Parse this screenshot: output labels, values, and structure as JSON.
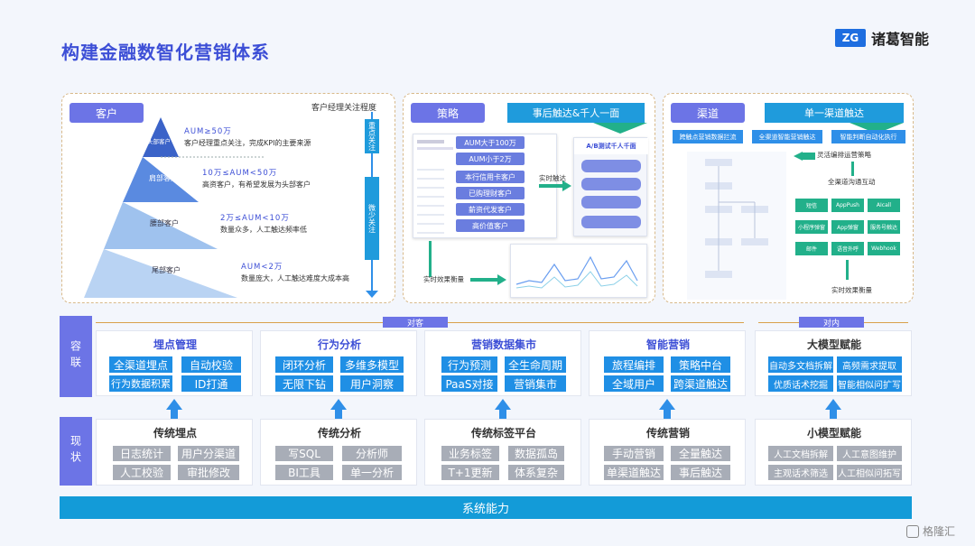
{
  "title": "构建金融数智化营销体系",
  "logo": {
    "mark": "ZG",
    "text": "诸葛智能"
  },
  "customer": {
    "tag": "客户",
    "axis_title": "客户经理关注程度",
    "focus_label": "重点关注",
    "light_label": "微少关注",
    "tiers": [
      {
        "label": "头部客户",
        "aum": "AUM≥50万",
        "desc": "客户经理重点关注，完成KPI的主要来源"
      },
      {
        "label": "肩部客户",
        "aum": "10万≤AUM<50万",
        "desc": "高资客户，有希望发展为头部客户"
      },
      {
        "label": "腰部客户",
        "aum": "2万≤AUM<10万",
        "desc": "数量众多，人工触达频率低"
      },
      {
        "label": "尾部客户",
        "aum": "AUM<2万",
        "desc": "数量庞大，人工触达难度大成本高"
      }
    ]
  },
  "strategy": {
    "tag": "策略",
    "banner": "事后触达&千人一面",
    "chips": [
      "AUM大于100万",
      "AUM小于2万",
      "本行信用卡客户",
      "已购理财客户",
      "薪资代发客户",
      "高价值客户"
    ],
    "realtime_reach": "实时触达",
    "ab_title": "A/B测试千人千面",
    "realtime_measure": "实时效果衡量"
  },
  "channel": {
    "tag": "渠道",
    "banner": "单一渠道触达",
    "subtags": [
      "跨触点营销数据拦流",
      "全渠道智能营销触达",
      "智能判断自动化执行"
    ],
    "flex_label": "灵活编排运营策略",
    "omni_label": "全渠道沟通互动",
    "channels": [
      "短信",
      "AppPush",
      "AIcall",
      "小程序弹窗",
      "App弹窗",
      "服务号触达",
      "邮件",
      "语音外呼",
      "Webhook"
    ],
    "measure_label": "实时效果衡量"
  },
  "matrix": {
    "range_external": "对客",
    "range_internal": "对内",
    "row_top_label": "容联",
    "row_bottom_label": "现状",
    "top": [
      {
        "title": "埋点管理",
        "items": [
          "全渠道埋点",
          "自动校验",
          "行为数据积累",
          "ID打通"
        ]
      },
      {
        "title": "行为分析",
        "items": [
          "闭环分析",
          "多维多模型",
          "无限下钻",
          "用户洞察"
        ]
      },
      {
        "title": "营销数据集市",
        "items": [
          "行为预测",
          "全生命周期",
          "PaaS对接",
          "营销集市"
        ]
      },
      {
        "title": "智能营销",
        "items": [
          "旅程编排",
          "策略中台",
          "全域用户",
          "跨渠道触达"
        ]
      },
      {
        "title": "大模型赋能",
        "items": [
          "自动多文档拆解",
          "高频需求提取",
          "优质话术挖掘",
          "智能相似问扩写"
        ]
      }
    ],
    "bottom": [
      {
        "title": "传统埋点",
        "items": [
          "日志统计",
          "用户分渠道",
          "人工校验",
          "审批修改"
        ]
      },
      {
        "title": "传统分析",
        "items": [
          "写SQL",
          "分析师",
          "BI工具",
          "单一分析"
        ]
      },
      {
        "title": "传统标签平台",
        "items": [
          "业务标签",
          "数据孤岛",
          "T+1更新",
          "体系复杂"
        ]
      },
      {
        "title": "传统营销",
        "items": [
          "手动营销",
          "全量触达",
          "单渠道触达",
          "事后触达"
        ]
      },
      {
        "title": "小模型赋能",
        "items": [
          "人工文档拆解",
          "人工意图维护",
          "主观话术筛选",
          "人工相似问拓写"
        ]
      }
    ],
    "system": "系统能力"
  },
  "watermark": "格隆汇"
}
